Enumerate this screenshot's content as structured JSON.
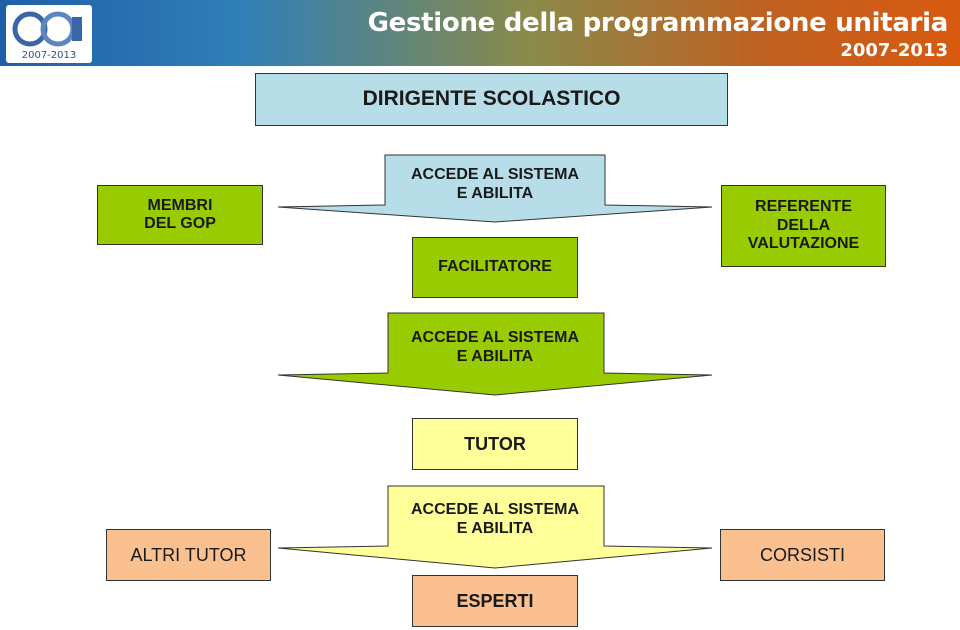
{
  "header": {
    "title": "Gestione della programmazione unitaria",
    "years": "2007-2013",
    "logo_text": "2007-2013"
  },
  "colors": {
    "green": "#99cc00",
    "light_blue": "#b7dde8",
    "light_yellow": "#ffff99",
    "peach": "#fac090"
  },
  "diagram": {
    "top_box": "DIRIGENTE SCOLASTICO",
    "level1": {
      "left": "MEMBRI\nDEL GOP",
      "arrow": "ACCEDE AL SISTEMA\nE ABILITA",
      "center": "FACILITATORE",
      "right": "REFERENTE\nDELLA\nVALUTAZIONE"
    },
    "level2": {
      "arrow": "ACCEDE AL SISTEMA\nE ABILITA",
      "center": "TUTOR"
    },
    "level3": {
      "left": "ALTRI TUTOR",
      "arrow": "ACCEDE AL SISTEMA\nE ABILITA",
      "center": "ESPERTI",
      "right": "CORSISTI"
    }
  }
}
